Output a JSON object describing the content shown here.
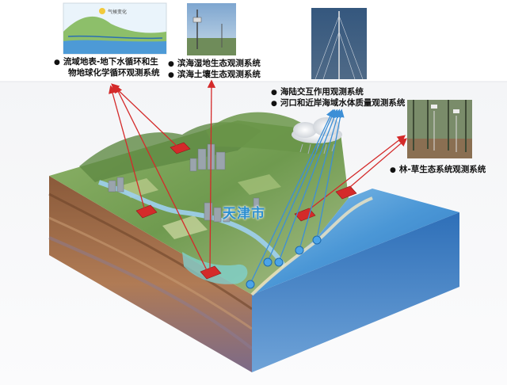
{
  "city_label": "天津市",
  "systems": {
    "watershed": [
      "流域地表-地下水循环和生",
      "物地球化学循环观测系统"
    ],
    "coastal_wetland": [
      "滨海湿地生态观测系统",
      "滨海土壤生态观测系统"
    ],
    "land_sea": [
      "海陆交互作用观测系统",
      "河口和近岸海域水体质量观测系统"
    ],
    "forest_grass": "林-草生态系统观测系统"
  },
  "inset_diagram_text": "气候变化",
  "colors": {
    "arrow_red": "#d42a2a",
    "arrow_blue": "#3d8fd6",
    "sea": "#3f8ed3",
    "land": "#7fa85a",
    "soil": "#9a6a48"
  }
}
